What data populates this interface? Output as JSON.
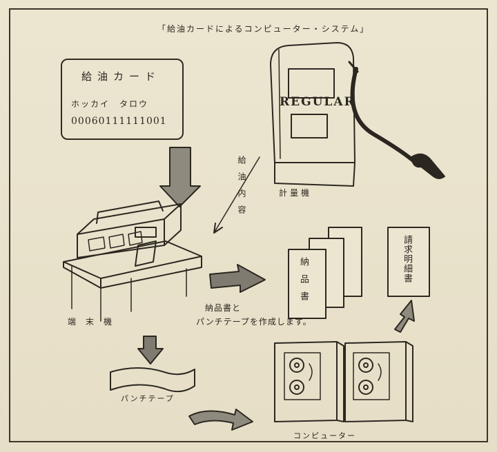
{
  "title": "「給油カードによるコンピューター・システム」",
  "card": {
    "heading": "給油カード",
    "name": "ホッカイ　タロウ",
    "number": "00060111111001"
  },
  "pump": {
    "sign": "REGULAR",
    "label": "計量機"
  },
  "flow_label": "給油内容",
  "terminal_label": "端末機",
  "output_text": {
    "line1": "納品書と",
    "line2": "パンチテープを作成します。"
  },
  "documents": {
    "delivery_slip": "納品書",
    "invoice": "請求明細書"
  },
  "tape_label": "パンチテープ",
  "computer_label": "コンピューター"
}
